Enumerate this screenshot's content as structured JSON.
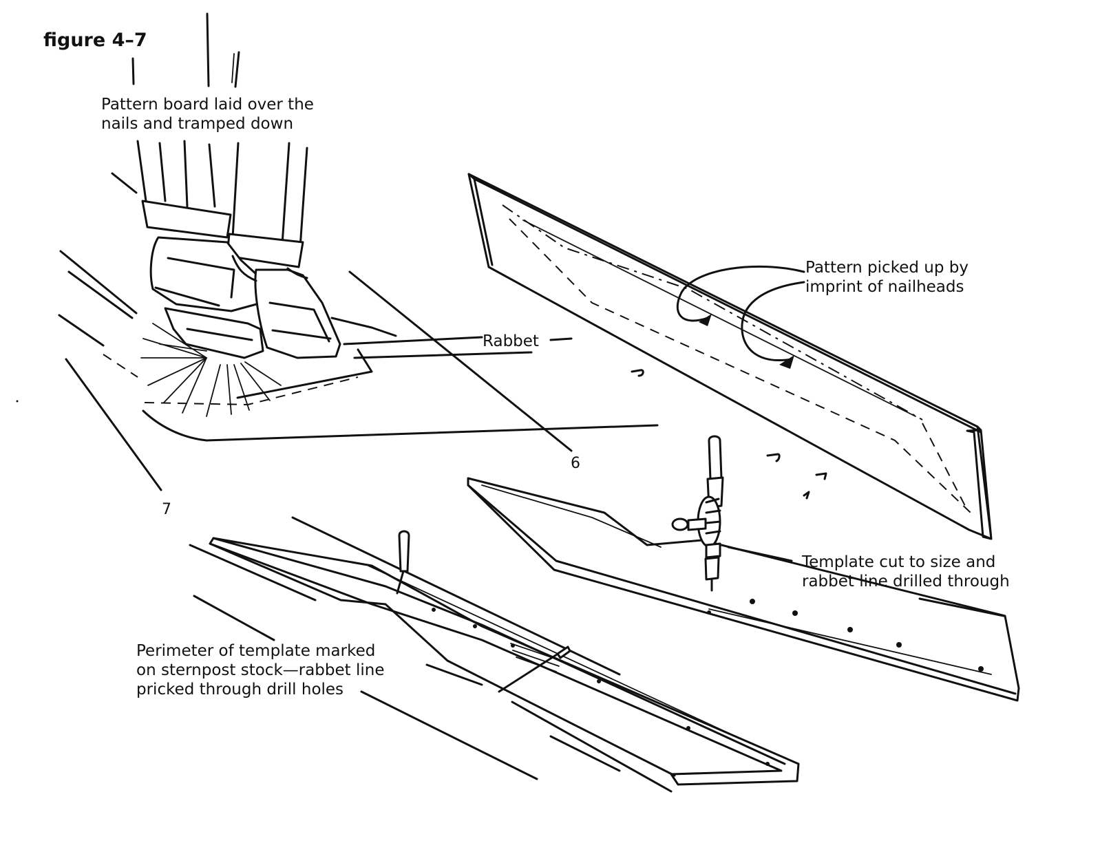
{
  "figure": {
    "title": "figure 4–7",
    "labels": {
      "pattern_board": "Pattern board laid over the\nnails and tramped down",
      "rabbet": "Rabbet",
      "pattern_picked": "Pattern picked up by\nimprint of nailheads",
      "station_6": "6",
      "station_7": "7",
      "template_cut": "Template cut to size and\nrabbet line drilled through",
      "perimeter": "Perimeter of template marked\non sternpost stock—rabbet line\npricked through drill holes"
    }
  },
  "colors": {
    "ink": "#111111",
    "paper": "#ffffff"
  }
}
